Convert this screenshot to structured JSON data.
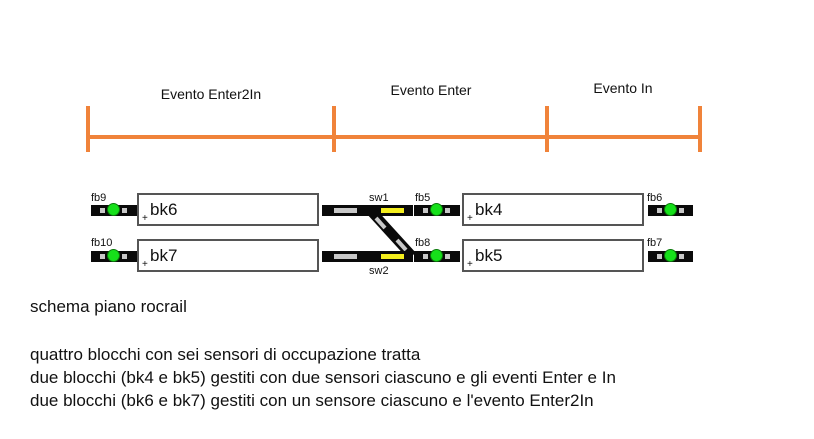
{
  "events": [
    {
      "label": "Evento Enter2In"
    },
    {
      "label": "Evento Enter"
    },
    {
      "label": "Evento In"
    }
  ],
  "blocks": {
    "bk6": "bk6",
    "bk7": "bk7",
    "bk4": "bk4",
    "bk5": "bk5",
    "plus": "+"
  },
  "sensors": {
    "fb9": "fb9",
    "fb10": "fb10",
    "fb5": "fb5",
    "fb8": "fb8",
    "fb6": "fb6",
    "fb7": "fb7"
  },
  "switches": {
    "sw1": "sw1",
    "sw2": "sw2"
  },
  "colors": {
    "event_line": "#f0833a",
    "sensor_on": "#16e01a",
    "switch_active": "#f5ef1e"
  },
  "text": {
    "title": "schema piano rocrail",
    "line1": "quattro blocchi con sei sensori di occupazione tratta",
    "line2": "due blocchi (bk4 e bk5) gestiti con due sensori ciascuno e gli eventi Enter e In",
    "line3": "due blocchi (bk6 e bk7) gestiti con un sensore ciascuno e l'evento Enter2In"
  }
}
